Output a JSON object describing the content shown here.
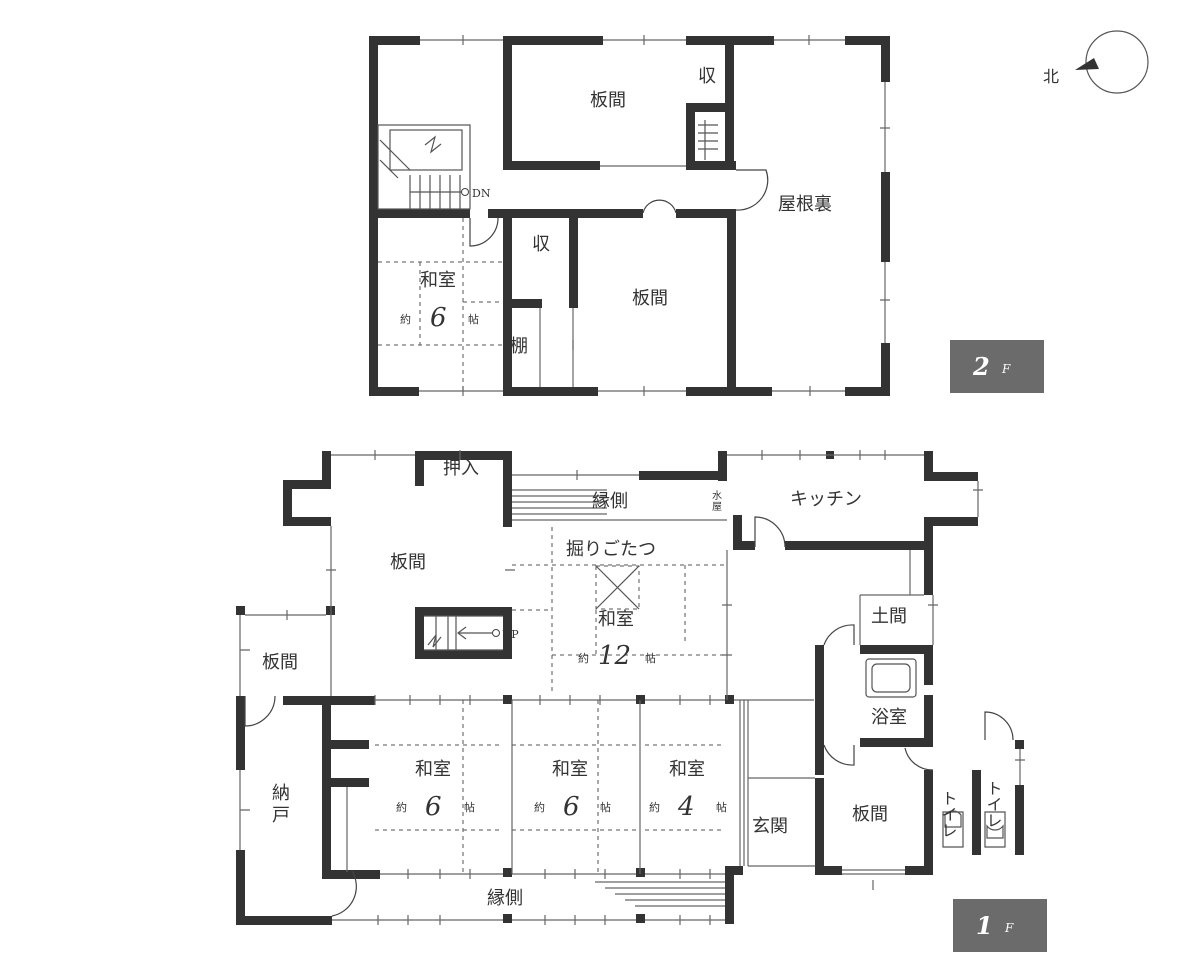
{
  "compass": {
    "label": "北",
    "icon": "north-arrow-icon"
  },
  "floor2": {
    "badge_number": "2",
    "badge_suffix": "F",
    "rooms": {
      "itama_north": "板間",
      "storage_ne": "収",
      "yaneura": "屋根裏",
      "storage_mid": "収",
      "itama_south": "板間",
      "washitsu": "和室",
      "tana": "棚"
    },
    "washitsu_size": {
      "prefix": "約",
      "number": "6",
      "unit": "帖"
    },
    "stair_label": "DN"
  },
  "floor1": {
    "badge_number": "1",
    "badge_suffix": "F",
    "rooms": {
      "oshiire": "押入",
      "engawa_north": "縁側",
      "mizuya": "水屋",
      "kitchen": "キッチン",
      "itama_main": "板間",
      "horigotatsu": "掘りごたつ",
      "washitsu12": "和室",
      "itama_west": "板間",
      "doma": "土間",
      "yokushitsu": "浴室",
      "washitsu_a": "和室",
      "washitsu_b": "和室",
      "washitsu_c": "和室",
      "nando": "納戸",
      "genkan": "玄関",
      "itama_east": "板間",
      "toilet1": "トイレ",
      "toilet2": "トイレ",
      "engawa_south": "縁側"
    },
    "sizes": {
      "washitsu12": {
        "prefix": "約",
        "number": "12",
        "unit": "帖"
      },
      "washitsu_a": {
        "prefix": "約",
        "number": "6",
        "unit": "帖"
      },
      "washitsu_b": {
        "prefix": "約",
        "number": "6",
        "unit": "帖"
      },
      "washitsu_c": {
        "prefix": "約",
        "number": "4",
        "unit": "帖"
      }
    },
    "stair_label": "UP"
  }
}
